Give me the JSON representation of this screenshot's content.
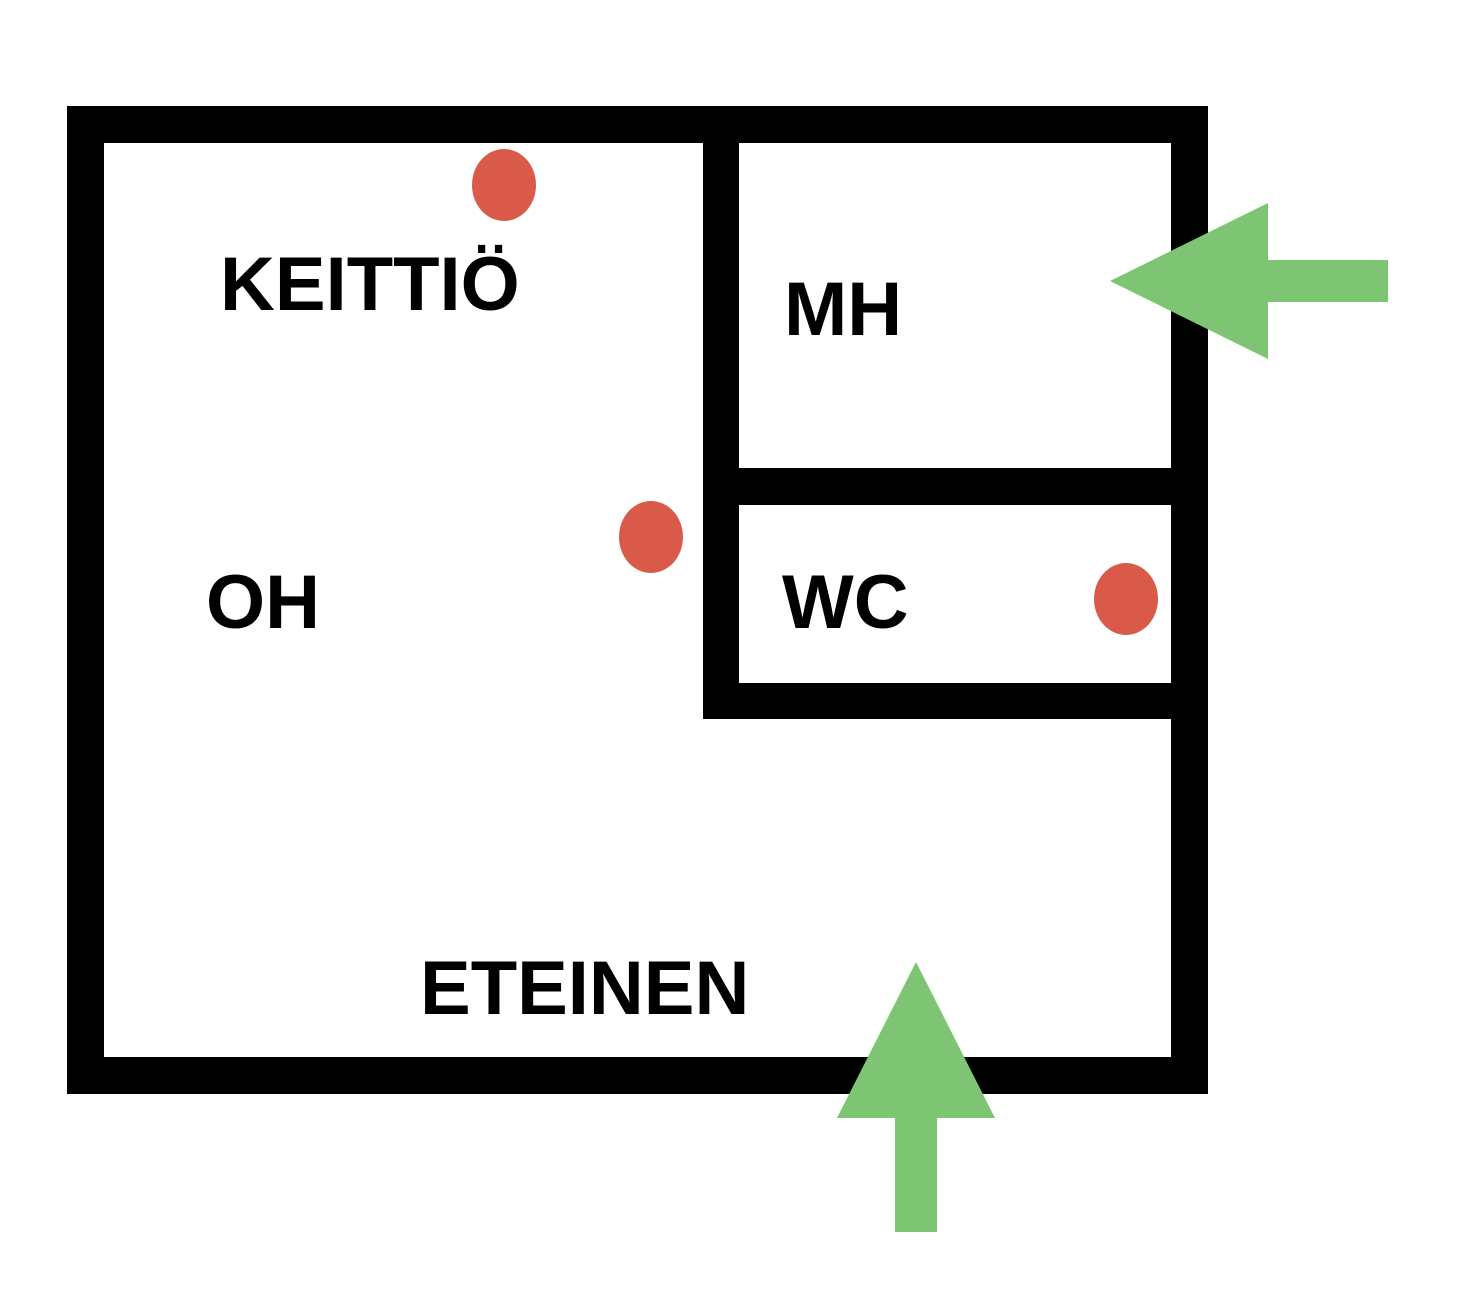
{
  "rooms": {
    "kitchen": "KEITTIÖ",
    "bedroom": "MH",
    "living_room": "OH",
    "toilet": "WC",
    "hallway": "ETEINEN"
  },
  "colors": {
    "walls": "#000000",
    "markers": "#d95a48",
    "arrows": "#7ec573",
    "background": "#ffffff"
  },
  "icons": {
    "markers": "red-dot-icon",
    "entries": "arrow-icon"
  }
}
